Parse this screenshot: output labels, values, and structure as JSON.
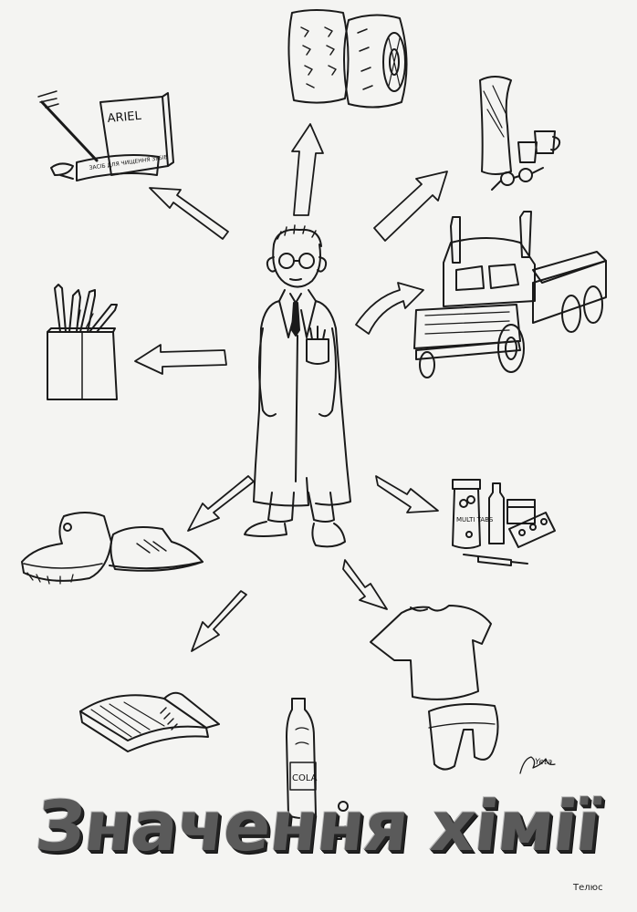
{
  "title": "Значення хімії",
  "signature": "Yeta",
  "credit": "Tелюс",
  "item_labels": {
    "detergent_box": "ARIEL",
    "toothpaste": "ЗАСІБ ДЛЯ ЧИЩЕННЯ ЗУБІВ",
    "pill_bottle": "MULTI TABS",
    "bottle": "COLA"
  }
}
